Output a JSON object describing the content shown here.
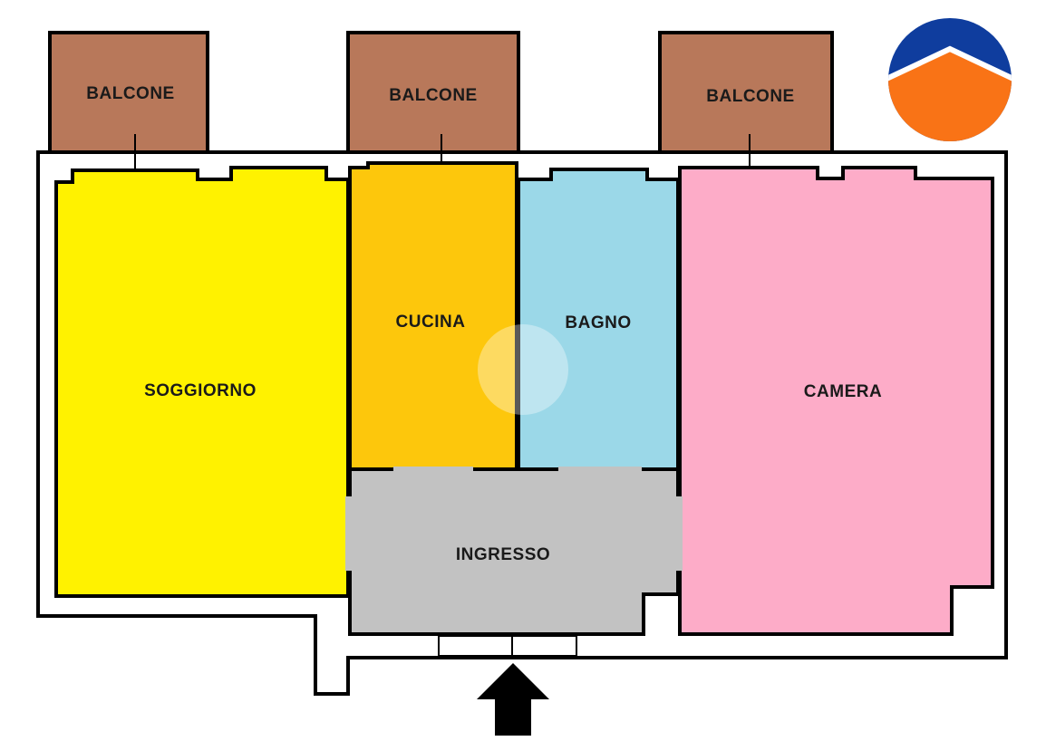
{
  "rooms": {
    "soggiorno": "SOGGIORNO",
    "cucina": "CUCINA",
    "bagno": "BAGNO",
    "camera": "CAMERA",
    "ingresso": "INGRESSO"
  },
  "balconies": [
    "BALCONE",
    "BALCONE",
    "BALCONE"
  ],
  "colors": {
    "soggiorno": "#fff200",
    "cucina": "#fdc70c",
    "bagno": "#9bd8e8",
    "camera": "#fdacc8",
    "ingresso": "#c2c2c2",
    "balcone": "#b8785a",
    "logo_blue": "#0f3d9e",
    "logo_orange": "#f97316"
  },
  "icons": {
    "logo": "house-roof-logo",
    "entrance": "entrance-arrow-icon",
    "watermark": "watermark-logo"
  }
}
